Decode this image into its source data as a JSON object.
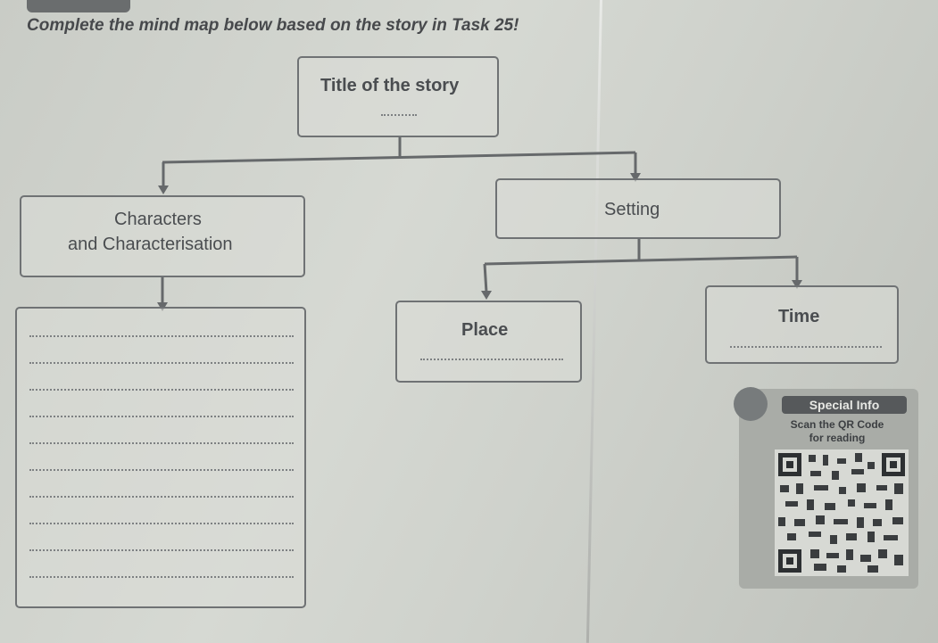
{
  "header": {
    "instruction": "Complete the mind map below based on the story in Task 25!"
  },
  "mindmap": {
    "title_box": {
      "label": "Title of the story"
    },
    "characters_box": {
      "line1": "Characters",
      "line2": "and Characterisation"
    },
    "setting_box": {
      "label": "Setting"
    },
    "place_box": {
      "label": "Place"
    },
    "time_box": {
      "label": "Time"
    }
  },
  "special_info": {
    "heading": "Special Info",
    "scan_line1": "Scan the QR Code",
    "scan_line2": "for reading"
  },
  "colors": {
    "paper": "#d3d6d0",
    "ink": "#3c3f42",
    "box_border": "#6f7274"
  }
}
